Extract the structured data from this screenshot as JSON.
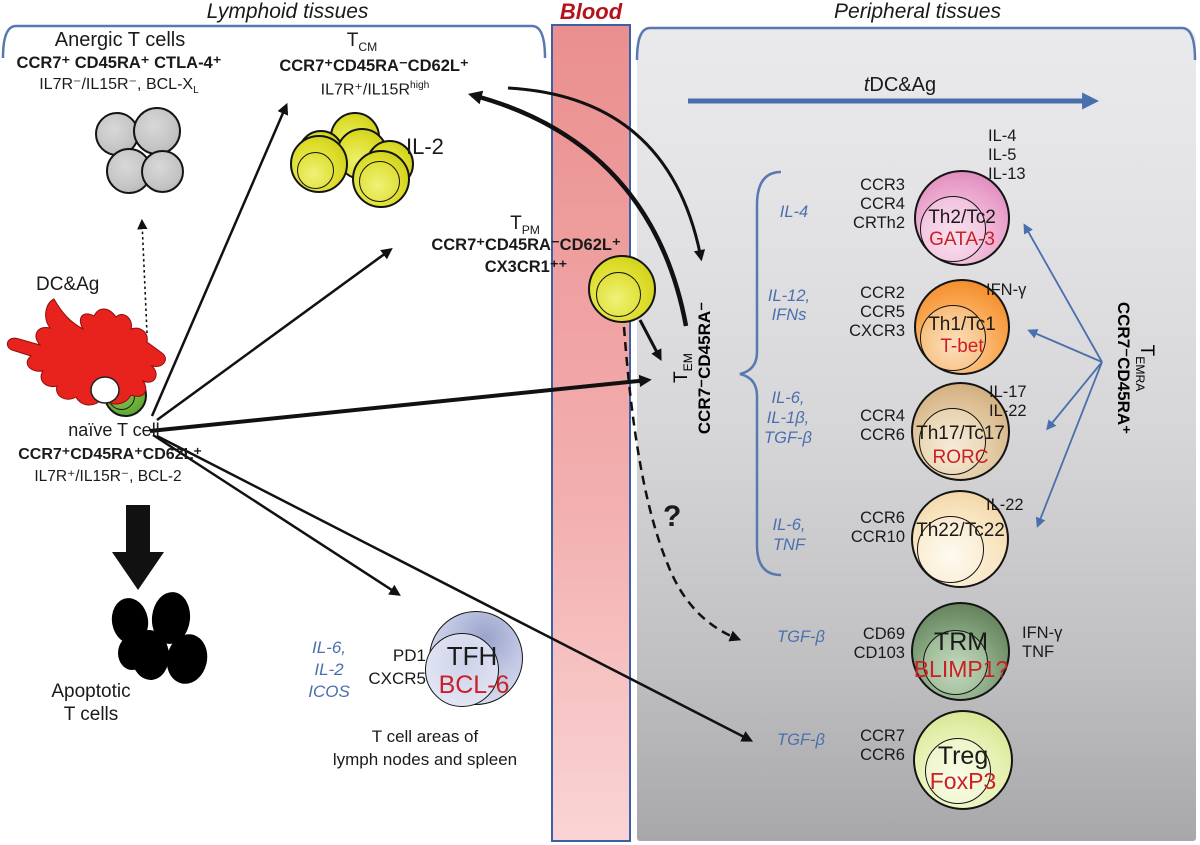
{
  "colors": {
    "accent_blue": "#4a6fad",
    "bracket_blue": "#5878b0",
    "factor_red": "#cb2026",
    "blood_red": "#b5121b",
    "dc_red": "#e8231e",
    "blood_fill": "#ef9f9f",
    "panel_gray": "#c9c9cb"
  },
  "headers": {
    "lymphoid": "Lymphoid tissues",
    "blood": "Blood",
    "peripheral": "Peripheral tissues"
  },
  "peripheral_top": {
    "tdcag_prefix": "t",
    "tdcag_rest": "DC&Ag"
  },
  "lymphoid": {
    "anergic": {
      "title": "Anergic T cells",
      "phenotype": "CCR7⁺ CD45RA⁺ CTLA-4⁺",
      "markers_base": "IL7R⁻/IL15R⁻, BCL-X",
      "markers_sub": "L"
    },
    "dc_label": "DC&Ag",
    "naive": {
      "name": "naïve T cell",
      "phenotype": "CCR7⁺CD45RA⁺CD62L⁺",
      "receptors": "IL7R⁺/IL15R⁻, BCL-2"
    },
    "apoptotic": {
      "line1": "Apoptotic",
      "line2": "T cells"
    },
    "tcm": {
      "base": "T",
      "sub": "CM",
      "phenotype": "CCR7⁺CD45RA⁻CD62L⁺",
      "receptors_base": "IL7R⁺/IL15R",
      "receptors_sup": "high",
      "cytokine": "IL-2"
    },
    "tpm": {
      "base": "T",
      "sub": "PM",
      "phenotype": "CCR7⁺CD45RA⁻CD62L⁺",
      "phenotype2": "CX3CR1⁺⁺"
    },
    "tfh": {
      "cytokines": [
        "IL-6,",
        "IL-2",
        "ICOS"
      ],
      "markers": [
        "PD1",
        "CXCR5"
      ],
      "name": "TFH",
      "factor": "BCL-6",
      "caption1": "T cell areas of",
      "caption2": "lymph nodes and spleen"
    }
  },
  "tem": {
    "base": "T",
    "sub": "EM",
    "phenotype": "CCR7⁻CD45RA⁻"
  },
  "temra": {
    "base": "T",
    "sub": "EMRA",
    "phenotype": "CCR7⁻CD45RA⁺"
  },
  "question": "?",
  "peripheral": {
    "rows": [
      {
        "inducers": [
          "IL-4"
        ],
        "chemokines": [
          "CCR3",
          "CCR4",
          "CRTh2"
        ],
        "name": "Th2/Tc2",
        "factor": "GATA-3",
        "products": [
          "IL-4",
          "IL-5",
          "IL-13"
        ]
      },
      {
        "inducers": [
          "IL-12,",
          "IFNs"
        ],
        "chemokines": [
          "CCR2",
          "CCR5",
          "CXCR3"
        ],
        "name": "Th1/Tc1",
        "factor": "T-bet",
        "products": [
          "IFN-γ"
        ]
      },
      {
        "inducers": [
          "IL-6,",
          "IL-1β,",
          "TGF-β"
        ],
        "chemokines": [
          "CCR4",
          "CCR6"
        ],
        "name": "Th17/Tc17",
        "factor": "RORC",
        "products": [
          "IL-17",
          "IL-22"
        ]
      },
      {
        "inducers": [
          "IL-6,",
          "TNF"
        ],
        "chemokines": [
          "CCR6",
          "CCR10"
        ],
        "name": "Th22/Tc22",
        "factor": "",
        "products": [
          "IL-22"
        ]
      },
      {
        "inducers": [
          "TGF-β"
        ],
        "chemokines": [
          "CD69",
          "CD103"
        ],
        "name": "TRM",
        "factor": "BLIMP1?",
        "products": [
          "IFN-γ",
          "TNF"
        ]
      },
      {
        "inducers": [
          "TGF-β"
        ],
        "chemokines": [
          "CCR7",
          "CCR6"
        ],
        "name": "Treg",
        "factor": "FoxP3",
        "products": []
      }
    ]
  }
}
